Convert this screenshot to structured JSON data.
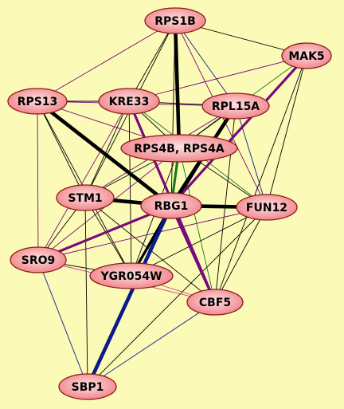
{
  "colors": {
    "background": "#fbfbb7",
    "node_fill_light": "#ffe1e1",
    "node_fill_dark": "#ef7f86",
    "node_stroke": "#8a1a1a",
    "edge_black": "#000000",
    "edge_purple": "#7a0a7a",
    "edge_navy": "#0a1a8a",
    "edge_green": "#1a7a1a",
    "edge_pink": "#c0407a"
  },
  "nodes": [
    {
      "id": "RPS1B",
      "label": "RPS1B"
    },
    {
      "id": "MAK5",
      "label": "MAK5"
    },
    {
      "id": "RPS13",
      "label": "RPS13"
    },
    {
      "id": "KRE33",
      "label": "KRE33"
    },
    {
      "id": "RPL15A",
      "label": "RPL15A"
    },
    {
      "id": "RPS4B",
      "label": "RPS4B, RPS4A"
    },
    {
      "id": "STM1",
      "label": "STM1"
    },
    {
      "id": "RBG1",
      "label": "RBG1"
    },
    {
      "id": "FUN12",
      "label": "FUN12"
    },
    {
      "id": "SRO9",
      "label": "SRO9"
    },
    {
      "id": "YGR054W",
      "label": "YGR054W"
    },
    {
      "id": "CBF5",
      "label": "CBF5"
    },
    {
      "id": "SBP1",
      "label": "SBP1"
    }
  ],
  "edges": [
    {
      "source": "RPS1B",
      "target": "RPS4B",
      "color": "black",
      "weight": "heavy"
    },
    {
      "source": "RPS1B",
      "target": "MAK5",
      "color": "black",
      "weight": "thin"
    },
    {
      "source": "RPS1B",
      "target": "RPS13",
      "color": "purple",
      "weight": "thin"
    },
    {
      "source": "RPS1B",
      "target": "KRE33",
      "color": "black",
      "weight": "thin"
    },
    {
      "source": "RPS1B",
      "target": "RPL15A",
      "color": "navy",
      "weight": "thin"
    },
    {
      "source": "RPS1B",
      "target": "FUN12",
      "color": "purple",
      "weight": "thin"
    },
    {
      "source": "RPS1B",
      "target": "STM1",
      "color": "black",
      "weight": "thin"
    },
    {
      "source": "RPS1B",
      "target": "RBG1",
      "color": "black",
      "weight": "thin"
    },
    {
      "source": "MAK5",
      "target": "RBG1",
      "color": "purple",
      "weight": "medium"
    },
    {
      "source": "MAK5",
      "target": "RPS4B",
      "color": "green",
      "weight": "thin"
    },
    {
      "source": "MAK5",
      "target": "KRE33",
      "color": "purple",
      "weight": "thin"
    },
    {
      "source": "MAK5",
      "target": "FUN12",
      "color": "black",
      "weight": "thin"
    },
    {
      "source": "MAK5",
      "target": "CBF5",
      "color": "black",
      "weight": "thin"
    },
    {
      "source": "RPS13",
      "target": "KRE33",
      "color": "black",
      "weight": "thin"
    },
    {
      "source": "RPS13",
      "target": "RBG1",
      "color": "black",
      "weight": "heavy"
    },
    {
      "source": "RPS13",
      "target": "RPS4B",
      "color": "purple",
      "weight": "thin"
    },
    {
      "source": "RPS13",
      "target": "STM1",
      "color": "black",
      "weight": "thin"
    },
    {
      "source": "RPS13",
      "target": "SRO9",
      "color": "purple",
      "weight": "thin"
    },
    {
      "source": "RPS13",
      "target": "YGR054W",
      "color": "black",
      "weight": "thin"
    },
    {
      "source": "RPS13",
      "target": "RPL15A",
      "color": "purple",
      "weight": "thin"
    },
    {
      "source": "KRE33",
      "target": "RPL15A",
      "color": "black",
      "weight": "thin"
    },
    {
      "source": "KRE33",
      "target": "RPS4B",
      "color": "black",
      "weight": "thin"
    },
    {
      "source": "KRE33",
      "target": "CBF5",
      "color": "purple",
      "weight": "medium"
    },
    {
      "source": "KRE33",
      "target": "STM1",
      "color": "black",
      "weight": "thin"
    },
    {
      "source": "KRE33",
      "target": "SRO9",
      "color": "purple",
      "weight": "thin"
    },
    {
      "source": "KRE33",
      "target": "FUN12",
      "color": "green",
      "weight": "thin"
    },
    {
      "source": "KRE33",
      "target": "YGR054W",
      "color": "black",
      "weight": "thin"
    },
    {
      "source": "RPL15A",
      "target": "RPS4B",
      "color": "black",
      "weight": "thin"
    },
    {
      "source": "RPL15A",
      "target": "RBG1",
      "color": "black",
      "weight": "heavy"
    },
    {
      "source": "RPL15A",
      "target": "YGR054W",
      "color": "black",
      "weight": "thin"
    },
    {
      "source": "RPL15A",
      "target": "FUN12",
      "color": "navy",
      "weight": "thin"
    },
    {
      "source": "RPL15A",
      "target": "CBF5",
      "color": "black",
      "weight": "thin"
    },
    {
      "source": "RPL15A",
      "target": "STM1",
      "color": "purple",
      "weight": "thin"
    },
    {
      "source": "RPS4B",
      "target": "RBG1",
      "color": "green",
      "weight": "medium"
    },
    {
      "source": "RPS4B",
      "target": "STM1",
      "color": "black",
      "weight": "thin"
    },
    {
      "source": "RPS4B",
      "target": "FUN12",
      "color": "black",
      "weight": "thin"
    },
    {
      "source": "RPS4B",
      "target": "CBF5",
      "color": "green",
      "weight": "thin"
    },
    {
      "source": "RPS4B",
      "target": "SRO9",
      "color": "purple",
      "weight": "thin"
    },
    {
      "source": "RPS4B",
      "target": "YGR054W",
      "color": "black",
      "weight": "thin"
    },
    {
      "source": "STM1",
      "target": "RBG1",
      "color": "black",
      "weight": "heavy"
    },
    {
      "source": "STM1",
      "target": "SRO9",
      "color": "black",
      "weight": "thin"
    },
    {
      "source": "STM1",
      "target": "YGR054W",
      "color": "black",
      "weight": "thin"
    },
    {
      "source": "STM1",
      "target": "CBF5",
      "color": "black",
      "weight": "thin"
    },
    {
      "source": "STM1",
      "target": "SBP1",
      "color": "black",
      "weight": "thin"
    },
    {
      "source": "RBG1",
      "target": "FUN12",
      "color": "black",
      "weight": "heavy"
    },
    {
      "source": "RBG1",
      "target": "SRO9",
      "color": "purple",
      "weight": "medium"
    },
    {
      "source": "RBG1",
      "target": "YGR054W",
      "color": "black",
      "weight": "medium"
    },
    {
      "source": "RBG1",
      "target": "CBF5",
      "color": "purple",
      "weight": "medium"
    },
    {
      "source": "RBG1",
      "target": "SBP1",
      "color": "navy",
      "weight": "heavy"
    },
    {
      "source": "FUN12",
      "target": "SRO9",
      "color": "purple",
      "weight": "thin"
    },
    {
      "source": "FUN12",
      "target": "YGR054W",
      "color": "black",
      "weight": "thin"
    },
    {
      "source": "FUN12",
      "target": "CBF5",
      "color": "black",
      "weight": "thin"
    },
    {
      "source": "FUN12",
      "target": "SBP1",
      "color": "black",
      "weight": "thin"
    },
    {
      "source": "SRO9",
      "target": "YGR054W",
      "color": "black",
      "weight": "thin"
    },
    {
      "source": "SRO9",
      "target": "CBF5",
      "color": "pink",
      "weight": "thin"
    },
    {
      "source": "SRO9",
      "target": "SBP1",
      "color": "navy",
      "weight": "thin"
    },
    {
      "source": "YGR054W",
      "target": "CBF5",
      "color": "pink",
      "weight": "thin"
    },
    {
      "source": "CBF5",
      "target": "SBP1",
      "color": "navy",
      "weight": "thin"
    }
  ]
}
